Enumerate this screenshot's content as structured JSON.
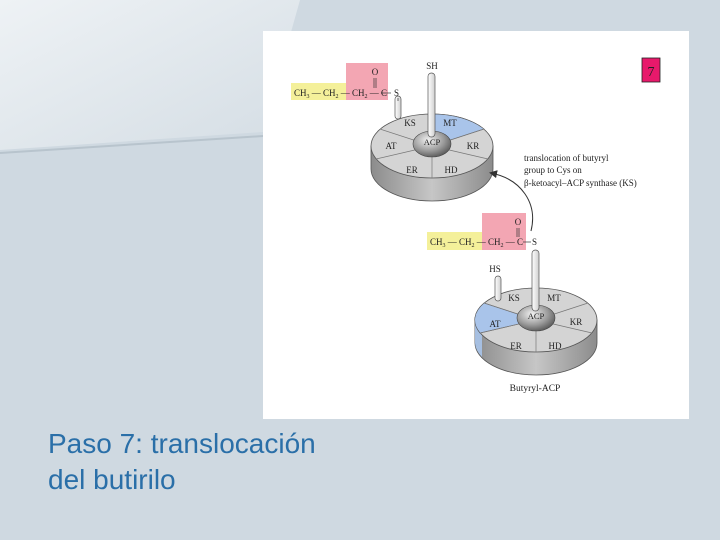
{
  "title": {
    "line1": "Paso 7: translocación",
    "line2": "del butirilo"
  },
  "figure": {
    "step_number": "7",
    "step_color": "#e8196b",
    "annotation": {
      "line1": "translocation of butyryl",
      "line2": "group to Cys on",
      "line3": "β-ketoacyl–ACP synthase (KS)"
    },
    "caption": "Butyryl-ACP",
    "top_complex": {
      "thiol_label": "SH",
      "chain": {
        "ch3": "CH",
        "sub3": "3",
        "ch2a": "CH",
        "sub2a": "2",
        "ch2b": "CH",
        "sub2b": "2",
        "c": "C",
        "o": "O",
        "s": "S"
      },
      "domains": {
        "ks": "KS",
        "mt": "MT",
        "kr": "KR",
        "hd": "HD",
        "er": "ER",
        "at": "AT",
        "acp": "ACP"
      }
    },
    "bottom_complex": {
      "thiol_label": "HS",
      "chain": {
        "ch3": "CH",
        "sub3": "3",
        "ch2a": "CH",
        "sub2a": "2",
        "ch2b": "CH",
        "sub2b": "2",
        "c": "C",
        "o": "O",
        "s": "S"
      },
      "domains": {
        "ks": "KS",
        "mt": "MT",
        "kr": "KR",
        "hd": "HD",
        "er": "ER",
        "at": "AT",
        "acp": "ACP"
      }
    },
    "colors": {
      "chain_fill": "#f4f09a",
      "carbonyl_fill": "#f3a6b3",
      "highlight_domain": "#a9c4ea",
      "wheel_top": "#d4d4d4",
      "wheel_side": "#9e9e9e"
    }
  }
}
